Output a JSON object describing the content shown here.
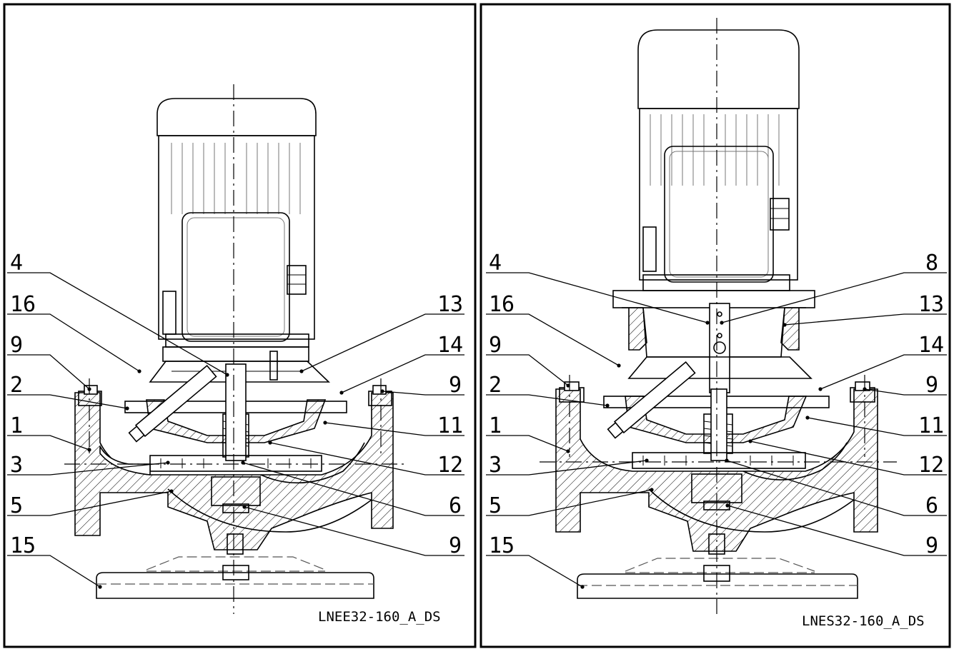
{
  "panels": [
    {
      "id": "left",
      "model_label": "LNEE32-160_A_DS",
      "callouts": {
        "left": [
          "4",
          "16",
          "9",
          "2",
          "1",
          "3",
          "5",
          "15"
        ],
        "right": [
          "13",
          "14",
          "9",
          "11",
          "12",
          "6",
          "9"
        ]
      }
    },
    {
      "id": "right",
      "model_label": "LNES32-160_A_DS",
      "callouts": {
        "left": [
          "4",
          "16",
          "9",
          "2",
          "1",
          "3",
          "5",
          "15"
        ],
        "right": [
          "8",
          "13",
          "14",
          "9",
          "11",
          "12",
          "6",
          "9"
        ]
      }
    }
  ]
}
